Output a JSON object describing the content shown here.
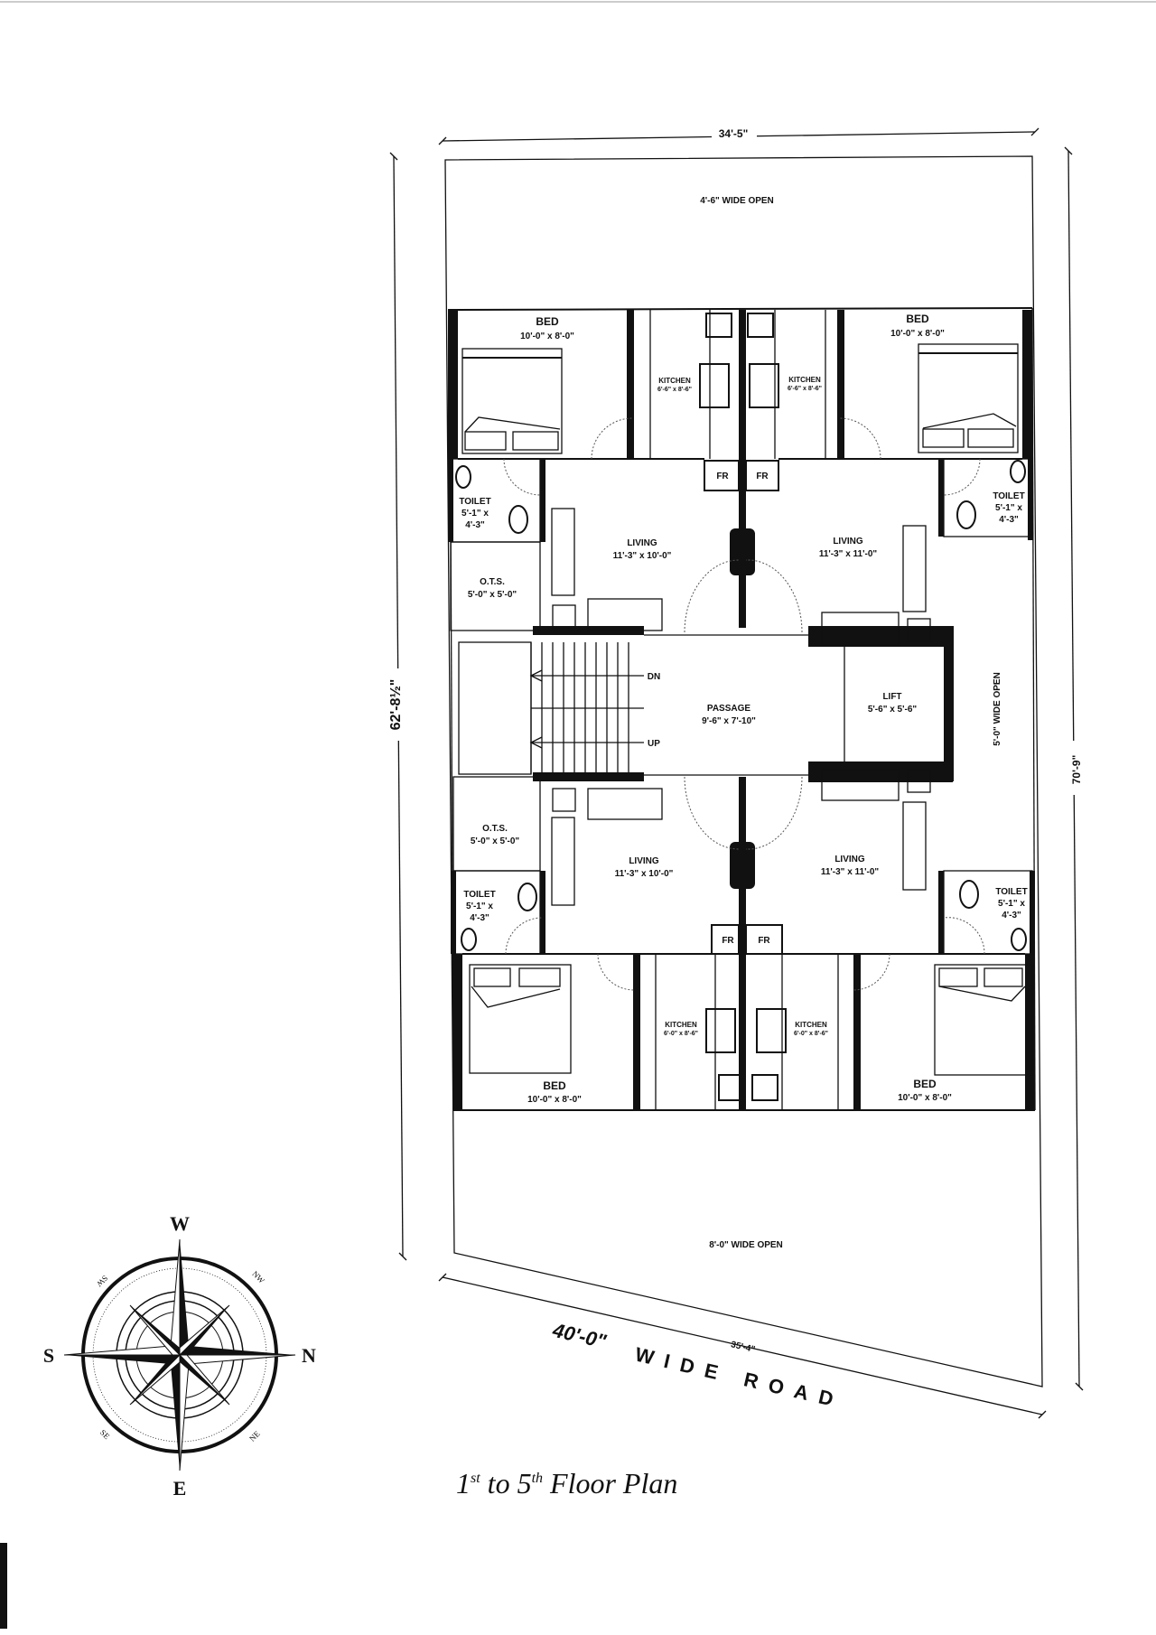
{
  "title": {
    "prefix": "1",
    "sup1": "st",
    "middle": " to 5",
    "sup2": "th",
    "suffix": " Floor Plan"
  },
  "dimensions": {
    "top": "34'-5\"",
    "left": "62'-8½\"",
    "right": "70'-9\"",
    "bottom": "35'-4\""
  },
  "road": {
    "width": "40'-0\"",
    "label": "WIDE ROAD"
  },
  "open_spaces": {
    "top": "4'-6\" WIDE OPEN",
    "side": "5'-0\" WIDE OPEN",
    "bottom": "8'-0\" WIDE OPEN"
  },
  "rooms": {
    "bed_tl": {
      "name": "BED",
      "size": "10'-0\" x 8'-0\""
    },
    "bed_tr": {
      "name": "BED",
      "size": "10'-0\" x 8'-0\""
    },
    "bed_bl": {
      "name": "BED",
      "size": "10'-0\" x 8'-0\""
    },
    "bed_br": {
      "name": "BED",
      "size": "10'-0\" x 8'-0\""
    },
    "kitchen_tl": {
      "name": "KITCHEN",
      "size": "6'-6\" x 8'-6\""
    },
    "kitchen_tr": {
      "name": "KITCHEN",
      "size": "6'-6\" x 8'-6\""
    },
    "kitchen_bl": {
      "name": "KITCHEN",
      "size": "6'-0\" x 8'-6\""
    },
    "kitchen_br": {
      "name": "KITCHEN",
      "size": "6'-0\" x 8'-6\""
    },
    "toilet_tl": {
      "name": "TOILET",
      "size1": "5'-1\" x",
      "size2": "4'-3\""
    },
    "toilet_tr": {
      "name": "TOILET",
      "size1": "5'-1\" x",
      "size2": "4'-3\""
    },
    "toilet_bl": {
      "name": "TOILET",
      "size1": "5'-1\" x",
      "size2": "4'-3\""
    },
    "toilet_br": {
      "name": "TOILET",
      "size1": "5'-1\" x",
      "size2": "4'-3\""
    },
    "living_tl": {
      "name": "LIVING",
      "size": "11'-3\" x 10'-0\""
    },
    "living_tr": {
      "name": "LIVING",
      "size": "11'-3\" x 11'-0\""
    },
    "living_bl": {
      "name": "LIVING",
      "size": "11'-3\" x 10'-0\""
    },
    "living_br": {
      "name": "LIVING",
      "size": "11'-3\" x 11'-0\""
    },
    "ots_top": {
      "name": "O.T.S.",
      "size": "5'-0\" x 5'-0\""
    },
    "ots_bottom": {
      "name": "O.T.S.",
      "size": "5'-0\" x 5'-0\""
    },
    "passage": {
      "name": "PASSAGE",
      "size": "9'-6\" x 7'-10\""
    },
    "lift": {
      "name": "LIFT",
      "size": "5'-6\" x 5'-6\""
    },
    "fridge_label": "FR",
    "stair_down": "DN",
    "stair_up": "UP"
  },
  "compass": {
    "n": "N",
    "s": "S",
    "e": "E",
    "w": "W",
    "nw": "NW",
    "ne": "NE",
    "sw": "SW",
    "se": "SE"
  }
}
